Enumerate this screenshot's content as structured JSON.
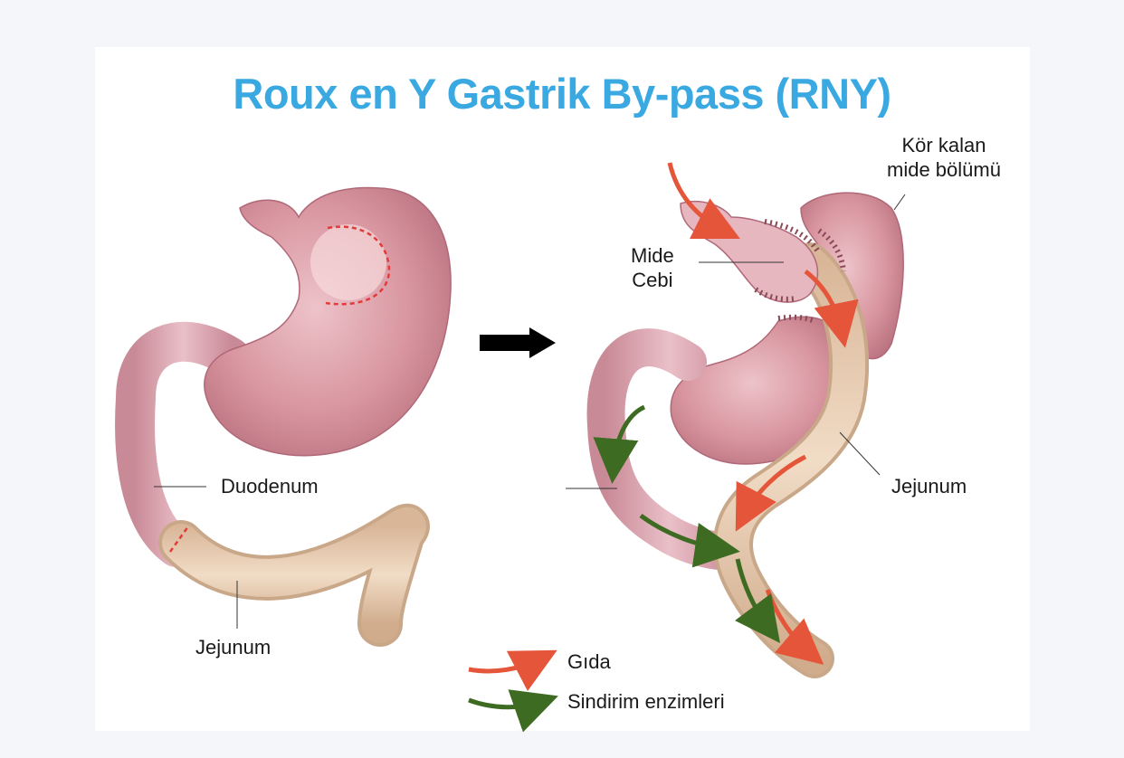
{
  "title": "Roux en Y Gastrik By-pass (RNY)",
  "colors": {
    "title": "#3aa9e2",
    "stomach": "#d8959f",
    "stomach_dark": "#b86b79",
    "duodenum": "#dba3b0",
    "jejunum": "#e8cbb0",
    "jejunum_edge": "#c9a88a",
    "food_arrow": "#e5553a",
    "enzyme_arrow": "#3e6b22",
    "cut_line": "#e23b3b",
    "staple": "#8a4a58",
    "transition_arrow": "#000000"
  },
  "labels": {
    "left_duodenum": "Duodenum",
    "left_jejunum": "Jejunum",
    "right_blind_stomach": "Kör kalan\nmide bölümü",
    "right_pouch": "Mide\nCebi",
    "right_jejunum": "Jejunum"
  },
  "legend": {
    "food": "Gıda",
    "enzymes": "Sindirim enzimleri"
  }
}
